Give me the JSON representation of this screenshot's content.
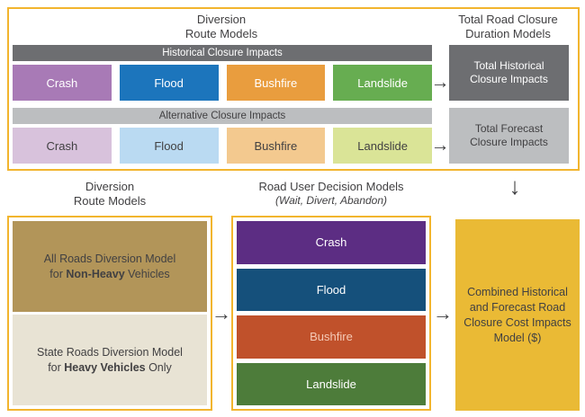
{
  "colors": {
    "gold_border": "#f2b52e",
    "gold_box": "#eaba35",
    "dark_gray": "#6d6e71",
    "light_gray": "#bcbec0",
    "tan": "#b29559",
    "beige": "#e8e3d4",
    "text_dark": "#414042",
    "text_white": "#ffffff"
  },
  "icons": {
    "arrow_right": "→",
    "arrow_down": "↓"
  },
  "top": {
    "title_left_line1": "Diversion",
    "title_left_line2": "Route Models",
    "title_right_line1": "Total Road Closure",
    "title_right_line2": "Duration Models",
    "historical": {
      "header": "Historical Closure Impacts",
      "items": [
        {
          "label": "Crash",
          "color": "#a87ab6"
        },
        {
          "label": "Flood",
          "color": "#1c75bc"
        },
        {
          "label": "Bushfire",
          "color": "#e99d3e"
        },
        {
          "label": "Landslide",
          "color": "#67ad51"
        }
      ],
      "total": "Total Historical Closure Impacts"
    },
    "alternative": {
      "header": "Alternative Closure Impacts",
      "items": [
        {
          "label": "Crash",
          "color": "#d8c2dc"
        },
        {
          "label": "Flood",
          "color": "#badaf2"
        },
        {
          "label": "Bushfire",
          "color": "#f3c98f"
        },
        {
          "label": "Landslide",
          "color": "#dae497"
        }
      ],
      "total": "Total Forecast Closure Impacts"
    }
  },
  "middle": {
    "left_title_line1": "Diversion",
    "left_title_line2": "Route Models",
    "center_title": "Road User Decision Models",
    "center_subtitle": "(Wait, Divert, Abandon)"
  },
  "bottom": {
    "diversion": {
      "box1_line1": "All Roads Diversion Model",
      "box1_pre": "for ",
      "box1_bold": "Non-Heavy",
      "box1_post": " Vehicles",
      "box2_line1": "State Roads Diversion Model",
      "box2_pre": "for ",
      "box2_bold": "Heavy Vehicles",
      "box2_post": " Only"
    },
    "decision_items": [
      {
        "label": "Crash",
        "color": "#5c2d83",
        "text_color": "#ffffff"
      },
      {
        "label": "Flood",
        "color": "#15507b",
        "text_color": "#ffffff"
      },
      {
        "label": "Bushfire",
        "color": "#c0512b",
        "text_color": "#f5cab7"
      },
      {
        "label": "Landslide",
        "color": "#4d7c3a",
        "text_color": "#ffffff"
      }
    ],
    "combined_label": "Combined Historical and Forecast Road Closure Cost Impacts Model ($)"
  }
}
